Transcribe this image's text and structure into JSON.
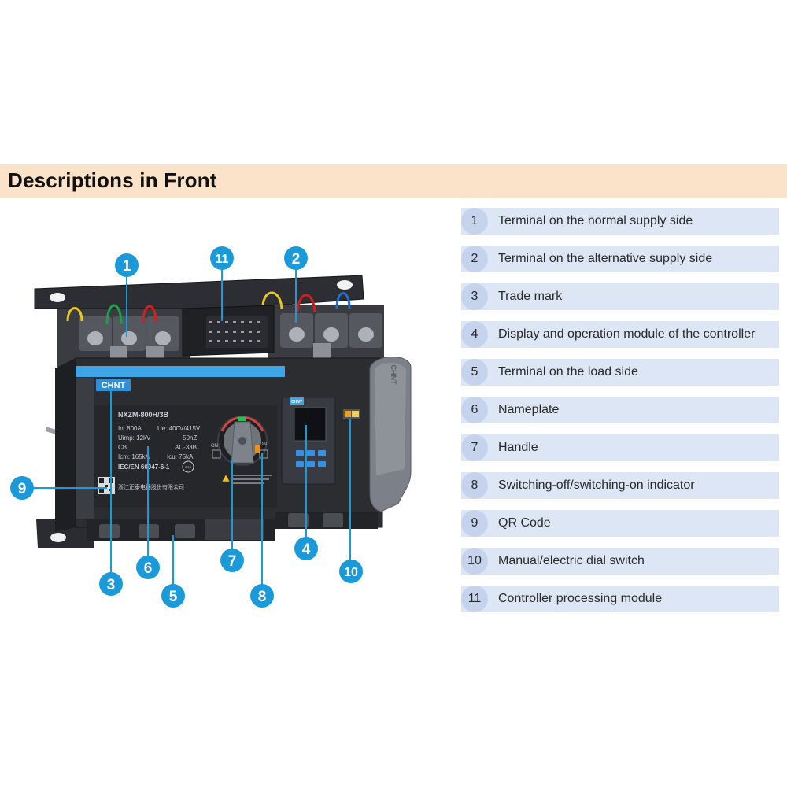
{
  "header": {
    "title": "Descriptions in Front"
  },
  "colors": {
    "header_band": "#fae3c9",
    "callout": "#1a9ad8",
    "legend_row": "#dde6f4",
    "legend_circle": "#c5d3ec",
    "device_body": "#2b2d31",
    "handle": "#7c8088"
  },
  "device": {
    "brand": "CHNT",
    "controller_brand": "CHNT",
    "model": "NXZM-800H/3B",
    "nameplate": {
      "line1_left": "In: 800A",
      "line1_right": "Ue: 400V/415V",
      "line2_left": "Uimp: 12kV",
      "line2_right": "50hZ",
      "line3_left": "CB",
      "line3_right": "AC-33B",
      "line4_left": "Icm: 165kA",
      "line4_right": "Icu: 75kA",
      "line5": "IEC/EN 60947-6-1",
      "cert": "CCC",
      "maker": "浙江正泰电器股份有限公司"
    },
    "dial_on_left": "ON",
    "dial_on_right": "ON",
    "handle_brand": "CHNT"
  },
  "callouts": [
    {
      "num": "1",
      "label": "1"
    },
    {
      "num": "2",
      "label": "2"
    },
    {
      "num": "3",
      "label": "3"
    },
    {
      "num": "4",
      "label": "4"
    },
    {
      "num": "5",
      "label": "5"
    },
    {
      "num": "6",
      "label": "6"
    },
    {
      "num": "7",
      "label": "7"
    },
    {
      "num": "8",
      "label": "8"
    },
    {
      "num": "9",
      "label": "9"
    },
    {
      "num": "10",
      "label": "10"
    },
    {
      "num": "11",
      "label": "11"
    }
  ],
  "legend": [
    {
      "num": "1",
      "text": "Terminal on the normal supply side"
    },
    {
      "num": "2",
      "text": "Terminal on the alternative supply side"
    },
    {
      "num": "3",
      "text": "Trade mark"
    },
    {
      "num": "4",
      "text": "Display and operation module of the controller"
    },
    {
      "num": "5",
      "text": "Terminal on the load side"
    },
    {
      "num": "6",
      "text": "Nameplate"
    },
    {
      "num": "7",
      "text": "Handle"
    },
    {
      "num": "8",
      "text": "Switching-off/switching-on indicator"
    },
    {
      "num": "9",
      "text": "QR Code"
    },
    {
      "num": "10",
      "text": "Manual/electric dial switch"
    },
    {
      "num": "11",
      "text": "Controller processing module"
    }
  ]
}
